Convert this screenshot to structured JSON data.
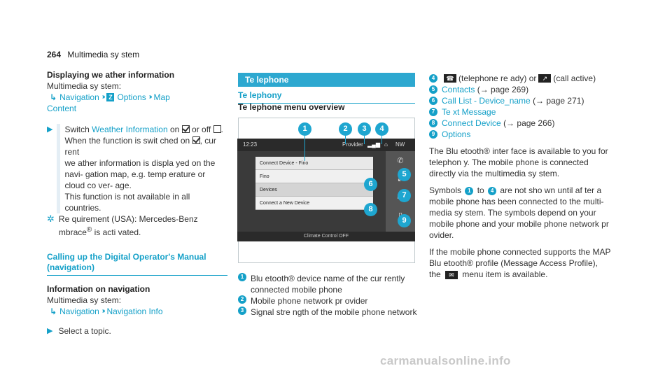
{
  "header": {
    "page_number": "264",
    "section": "Multimedia sy stem"
  },
  "weather": {
    "title": "Displaying we ather information",
    "system_label": "Multimedia sy stem:",
    "path": [
      "Navigation",
      "Options",
      "Map"
    ],
    "path_last": "Content",
    "step_prefix": "Switch",
    "step_link": "Weather Information",
    "step_mid": "on",
    "step_or": "or off",
    "step_line2a": "When the function is swit ched on",
    "step_line2b": ", cur rent",
    "step_rest": "we ather information is displa yed on the navi- gation map, e.g. temp erature or cloud co ver- age.",
    "step_note": "This function is not available in all countries.",
    "req_line1": "Re quirement (USA): Mercedes-Benz",
    "req_line2a": "mbrace",
    "req_line2b": " is acti vated."
  },
  "manual": {
    "title_line1": "Calling up the Digital Operator's Manual",
    "title_line2": "(navigation)",
    "info_title": "Information on navigation",
    "system_label": "Multimedia sy stem:",
    "path1": "Navigation",
    "path2": "Navigation Info",
    "step": "Select a topic."
  },
  "telephone": {
    "band": "Te lephone",
    "sub": "Te lephony",
    "menu_title": "Te lephone menu overview",
    "screen": {
      "time": "12:23",
      "provider": "Provider",
      "nw": "NW",
      "rows": [
        "Connect Device - Fino",
        "Fino",
        "Devices",
        "Connect a New Device"
      ],
      "footer": "Climate Control OFF"
    },
    "callouts": [
      "1",
      "2",
      "3",
      "4",
      "5",
      "6",
      "7",
      "8",
      "9"
    ],
    "legend": [
      {
        "num": "1",
        "text": "Blu etooth® device name of the cur rently connected mobile phone"
      },
      {
        "num": "2",
        "text": "Mobile phone network pr ovider"
      },
      {
        "num": "3",
        "text": "Signal stre ngth of the mobile phone network"
      }
    ]
  },
  "right": {
    "items": [
      {
        "num": "4",
        "pre": "",
        "icon": "telephone-ready-icon",
        "post": "(telephone re ady) or",
        "icon2": "call-active-icon",
        "post2": "(call active)"
      },
      {
        "num": "5",
        "link": "Contacts",
        "ref": "(→ page 269)"
      },
      {
        "num": "6",
        "link": "Call List - Device_name",
        "ref": "(→ page 271)"
      },
      {
        "num": "7",
        "link": "Te xt Message",
        "ref": ""
      },
      {
        "num": "8",
        "link": "Connect Device",
        "ref": "(→ page 266)"
      },
      {
        "num": "9",
        "link": "Options",
        "ref": ""
      }
    ],
    "para1": "The Blu etooth® inter face is available to you for telephon y. The mobile phone is connected directly via the multimedia sy stem.",
    "para2a": "Symbols",
    "para2b": "to",
    "para2c": "are not sho wn until af ter a mobile phone has been connected to the multi‐ media sy stem. The symbols depend on your mobile phone and your mobile phone network pr ovider.",
    "para3": "If the mobile phone connected supports the MAP Blu etooth® profile (Message Access Profile), the",
    "para3_end": "menu item is available."
  },
  "watermark": "carmanualsonline.info"
}
